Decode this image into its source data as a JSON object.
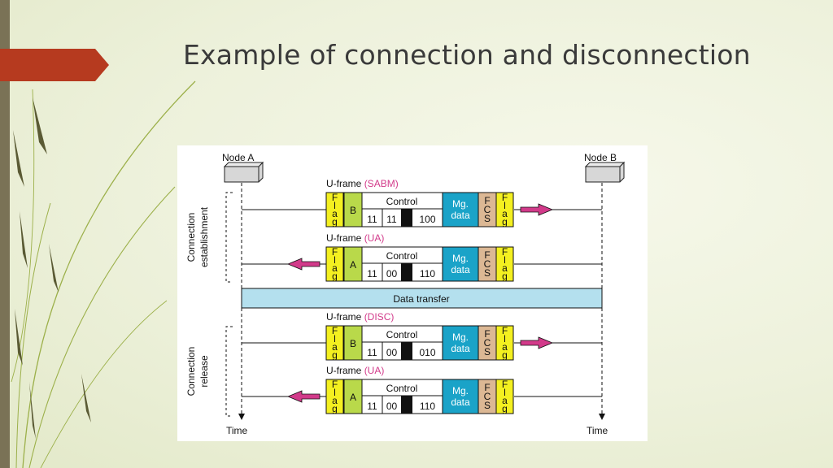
{
  "slide": {
    "title": "Example of connection and disconnection",
    "accent_color": "#b63a1f"
  },
  "diagram": {
    "node_a": "Node A",
    "node_b": "Node B",
    "time_left": "Time",
    "time_right": "Time",
    "phase_establish_line1": "Connection",
    "phase_establish_line2": "establishment",
    "phase_release_line1": "Connection",
    "phase_release_line2": "release",
    "data_transfer": "Data transfer",
    "colors": {
      "flag": "#f4f020",
      "address": "#b9d94a",
      "data": "#1aa3c8",
      "fcs": "#dcb894",
      "arrow": "#d23a8a",
      "bar": "#b4e0ee",
      "node_box": "#d7d7d7"
    },
    "frames": [
      {
        "u_label": "U-frame",
        "type": "(SABM)",
        "address": "B",
        "control": "Control",
        "bits": [
          "11",
          "11",
          "100"
        ],
        "flag_letters": [
          "F",
          "l",
          "a",
          "g"
        ],
        "data_line1": "Mg.",
        "data_line2": "data",
        "fcs_letters": [
          "F",
          "C",
          "S"
        ],
        "direction": "right"
      },
      {
        "u_label": "U-frame",
        "type": "(UA)",
        "address": "A",
        "control": "Control",
        "bits": [
          "11",
          "00",
          "110"
        ],
        "flag_letters": [
          "F",
          "l",
          "a",
          "g"
        ],
        "data_line1": "Mg.",
        "data_line2": "data",
        "fcs_letters": [
          "F",
          "C",
          "S"
        ],
        "direction": "left"
      },
      {
        "u_label": "U-frame",
        "type": "(DISC)",
        "address": "B",
        "control": "Control",
        "bits": [
          "11",
          "00",
          "010"
        ],
        "flag_letters": [
          "F",
          "l",
          "a",
          "g"
        ],
        "data_line1": "Mg.",
        "data_line2": "data",
        "fcs_letters": [
          "F",
          "C",
          "S"
        ],
        "direction": "right"
      },
      {
        "u_label": "U-frame",
        "type": "(UA)",
        "address": "A",
        "control": "Control",
        "bits": [
          "11",
          "00",
          "110"
        ],
        "flag_letters": [
          "F",
          "l",
          "a",
          "g"
        ],
        "data_line1": "Mg.",
        "data_line2": "data",
        "fcs_letters": [
          "F",
          "C",
          "S"
        ],
        "direction": "left"
      }
    ]
  }
}
